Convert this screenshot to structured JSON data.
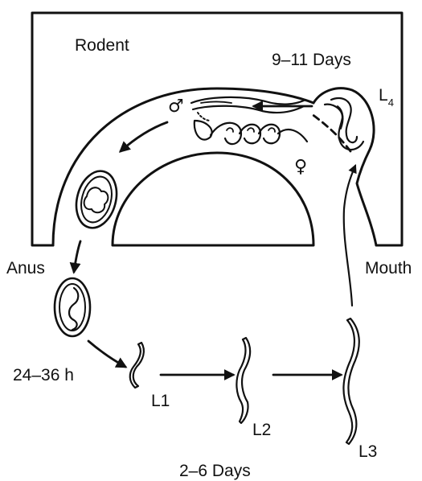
{
  "labels": {
    "host": "Rodent",
    "host_stage_time": "9–11 Days",
    "l4_letter": "L",
    "l4_sub": "4",
    "male_symbol": "♂",
    "female_symbol": "♀",
    "anus": "Anus",
    "mouth": "Mouth",
    "hatch_time": "24–36 h",
    "l1": "L1",
    "l2": "L2",
    "l3": "L3",
    "free_living_time": "2–6 Days"
  },
  "colors": {
    "ink": "#111111",
    "background": "#ffffff"
  }
}
